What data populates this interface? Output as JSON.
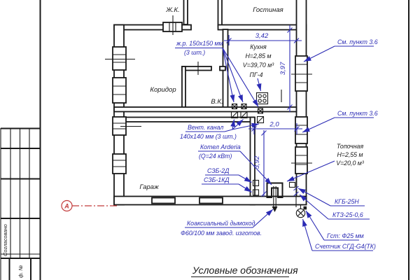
{
  "rooms": {
    "zhk": "Ж.К.",
    "living": "Гостиная",
    "corridor": "Коридор",
    "vk": "В.К.",
    "garage": "Гараж",
    "kitchen": {
      "name": "Кухня",
      "height": "Н=2,85 м",
      "volume": "V=39,70 м³",
      "stove": "ПГ-4"
    },
    "boiler_room": {
      "name": "Топочная",
      "height": "Н=2,55 м",
      "volume": "V=20,0 м³"
    }
  },
  "annotations": {
    "grille_line1": "ж.р. 150х150 мм",
    "grille_line2": "(3 шт.)",
    "vent_line1": "Вент. канал",
    "vent_line2": "140х140 мм (3 шт.)",
    "boiler_line1": "Котел Arderia",
    "boiler_line2": "(Q=24 кВт)",
    "szb2d": "СЗБ-2Д",
    "szb1kd": "СЗБ-1КД",
    "see_note": "См. пункт 3.6",
    "kgb": "КГБ-25Н",
    "ktz": "КТЗ-25-0,6",
    "gst": "Гст: Ф25 мм",
    "meter": "Счетчик СГД-G4(ТК)",
    "chimney_line1": "Коаксиальный дымоход",
    "chimney_line2": "Ф60/100 мм завод. изготов."
  },
  "dimensions": {
    "kitchen_width": "3,42",
    "kitchen_depth": "3,97",
    "boiler_width": "2,0",
    "boiler_depth": "3,92"
  },
  "axis": {
    "label": "А"
  },
  "legend_title": "Условные обозначения",
  "title_block": {
    "approved": "Согласовано",
    "inv_no": "ф. №"
  },
  "colors": {
    "annotation": "#2b2bb4",
    "linework": "#1a1a1a",
    "axis_marker": "#c23b3b"
  }
}
